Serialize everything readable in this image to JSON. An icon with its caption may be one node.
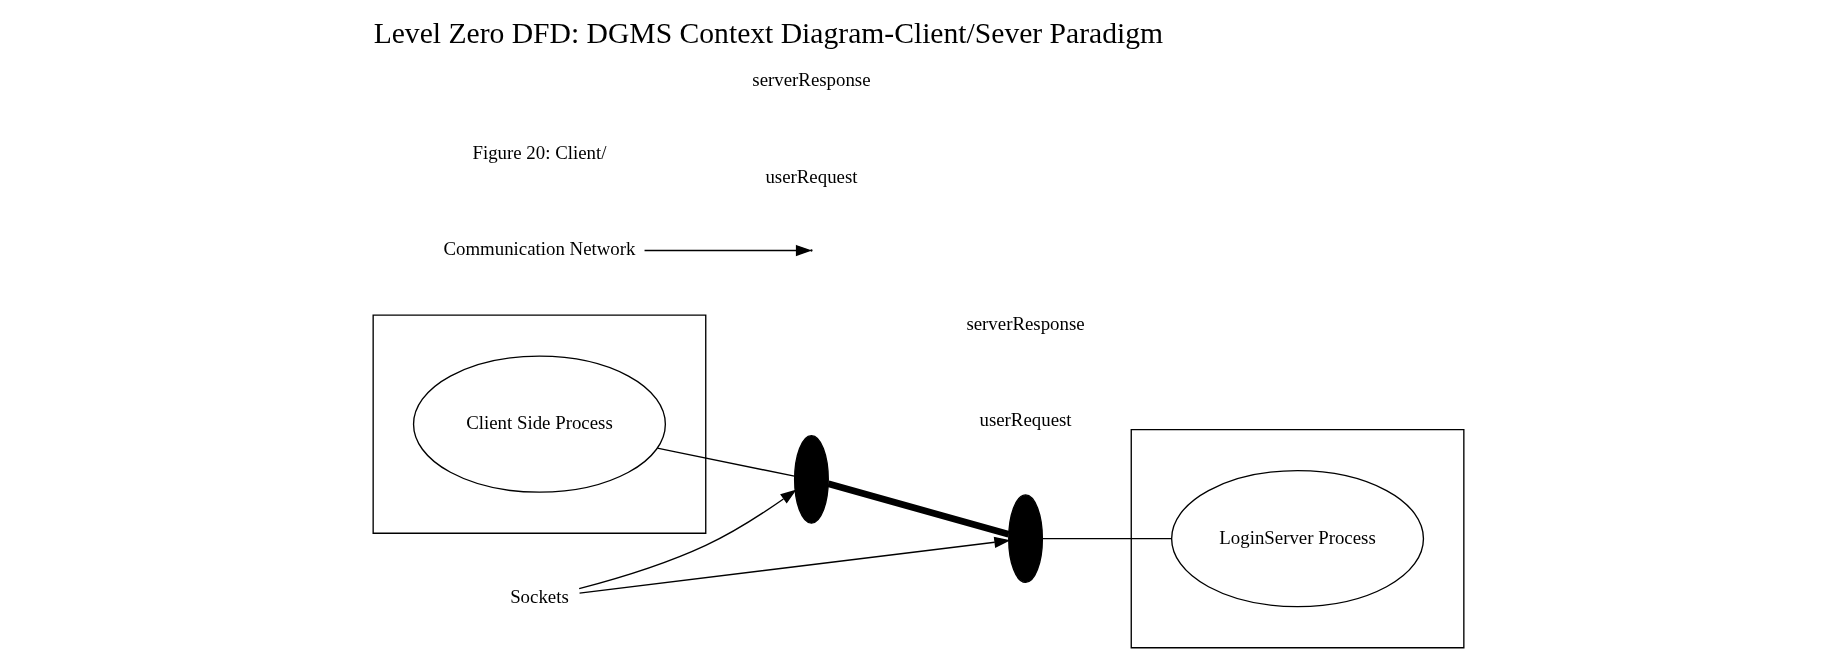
{
  "diagram": {
    "title": "Level Zero DFD: DGMS Context Diagram-Client/Sever Paradigm",
    "nodes": [
      {
        "text": [],
        "shape": "box"
      },
      {
        "text": [
          "Client Side Process"
        ],
        "in": 0
      },
      {
        "text": [],
        "shape": "ellipse"
      },
      {
        "text": [
          "Communication Network"
        ]
      },
      {
        "text": [],
        "shape": "ellipse"
      },
      {
        "text": [],
        "shape": "box"
      },
      {
        "text": [
          "LoginServer Process"
        ],
        "in": 5
      },
      {
        "text": [
          "Sockets"
        ]
      }
    ],
    "edges": [
      {
        "from": 1,
        "to": 2,
        "arrow": "none"
      },
      {
        "from": 2,
        "to": 4,
        "arrow": "none",
        "style": "thick"
      },
      {
        "from": 3,
        "to": null,
        "arrow": "to"
      },
      {
        "from": 7,
        "to": 2,
        "arrow": "to"
      },
      {
        "from": 7,
        "to": 4,
        "arrow": "to"
      },
      {
        "from": 4,
        "to": 6,
        "arrow": "none"
      }
    ],
    "labels": [
      "userRequest",
      "serverResponse",
      "userRequest",
      "serverResponse",
      "Figure 20: Client/"
    ]
  }
}
